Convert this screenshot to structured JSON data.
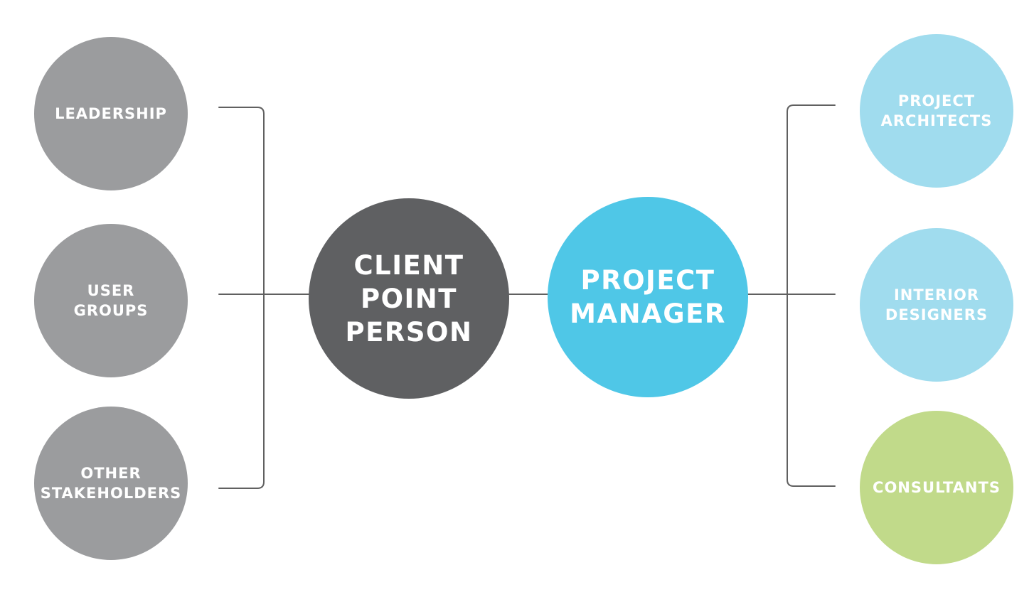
{
  "colors": {
    "stakeholder": "#9b9c9e",
    "client": "#5f6062",
    "manager": "#4fc7e7",
    "design_team": "#a0dcee",
    "consultant": "#c1da8a",
    "line": "#606060"
  },
  "client_side": {
    "leadership": "LEADERSHIP",
    "user_groups": "USER\nGROUPS",
    "other_stakeholders": "OTHER\nSTAKEHOLDERS"
  },
  "center": {
    "client_point_person": "CLIENT\nPOINT\nPERSON",
    "project_manager": "PROJECT\nMANAGER"
  },
  "team_side": {
    "project_architects": "PROJECT\nARCHITECTS",
    "interior_designers": "INTERIOR\nDESIGNERS",
    "consultants": "CONSULTANTS"
  }
}
